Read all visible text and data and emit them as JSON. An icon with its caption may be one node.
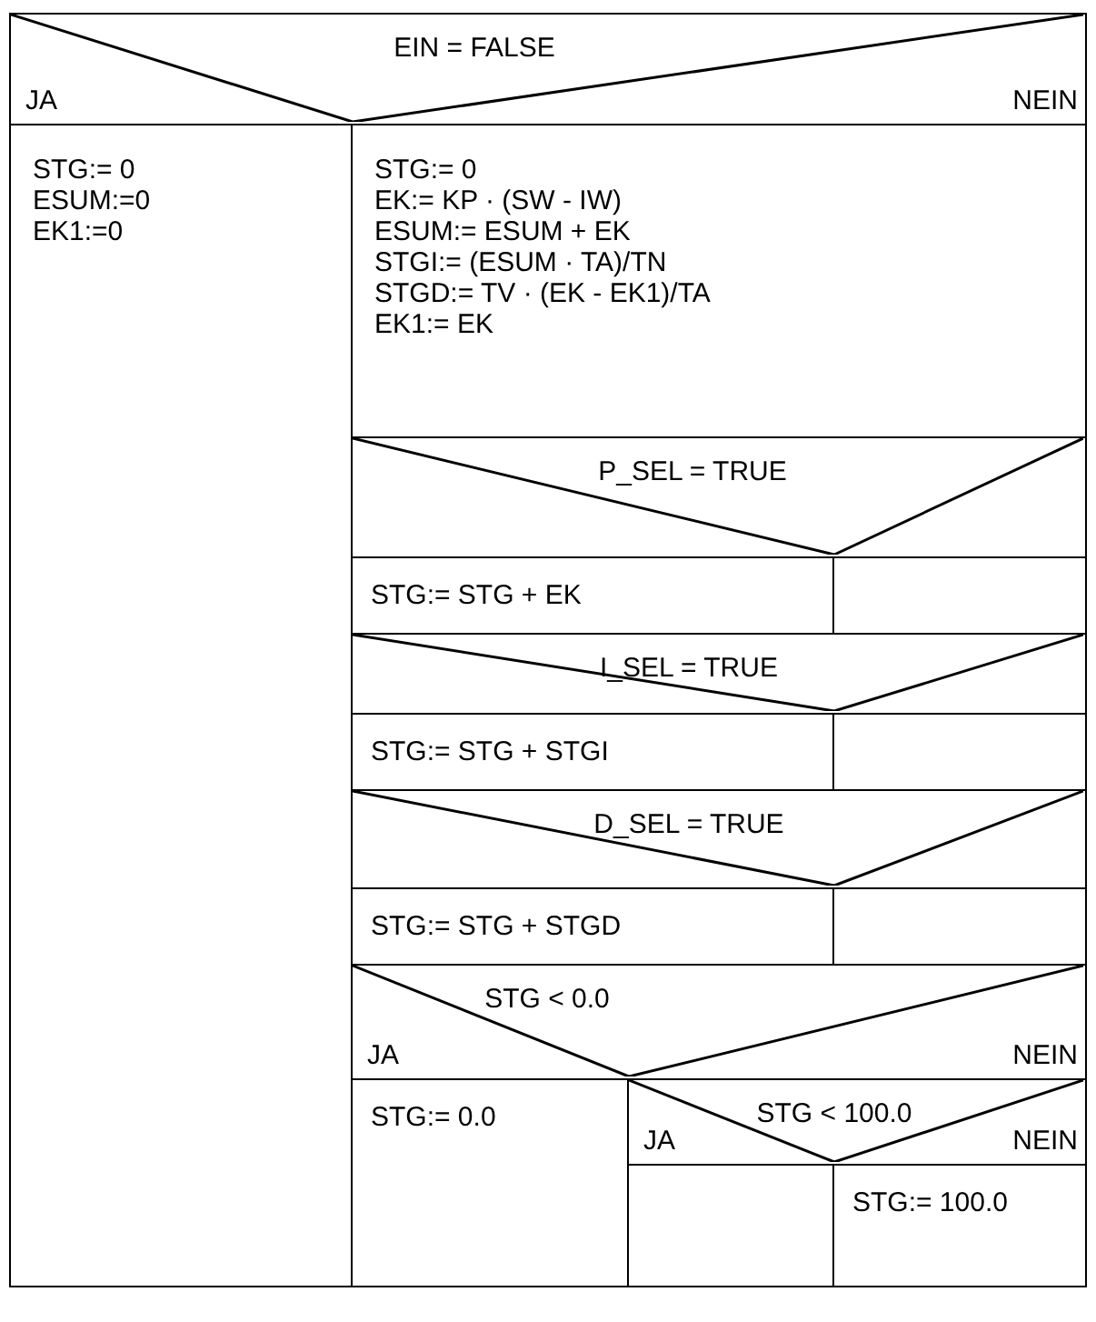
{
  "diagram": {
    "nodes": [
      {
        "text": [
          "EIN = FALSE",
          "JA",
          "NEIN"
        ]
      },
      {
        "text": [
          "STG:= 0",
          "ESUM:=0",
          "EK1:=0"
        ]
      },
      {
        "text": [
          "STG:= 0",
          "EK:= KP · (SW - IW)",
          "ESUM:= ESUM + EK",
          "STGI:= (ESUM · TA)/TN",
          "STGD:= TV · (EK - EK1)/TA",
          "EK1:= EK"
        ]
      },
      {
        "text": [
          "P_SEL = TRUE"
        ]
      },
      {
        "text": [
          "STG:= STG + EK"
        ]
      },
      {
        "text": [],
        "shape": "box"
      },
      {
        "text": [
          "I_SEL = TRUE"
        ]
      },
      {
        "text": [
          "STG:= STG + STGI"
        ]
      },
      {
        "text": [],
        "shape": "box"
      },
      {
        "text": [
          "D_SEL = TRUE"
        ]
      },
      {
        "text": [
          "STG:= STG + STGD"
        ]
      },
      {
        "text": [],
        "shape": "box"
      },
      {
        "text": [
          "STG < 0.0",
          "JA",
          "NEIN"
        ]
      },
      {
        "text": [
          "STG:= 0.0"
        ]
      },
      {
        "text": [
          "STG < 100.0",
          "JA",
          "NEIN"
        ]
      },
      {
        "text": [],
        "shape": "box"
      },
      {
        "text": [
          "STG:= 100.0"
        ]
      }
    ]
  }
}
